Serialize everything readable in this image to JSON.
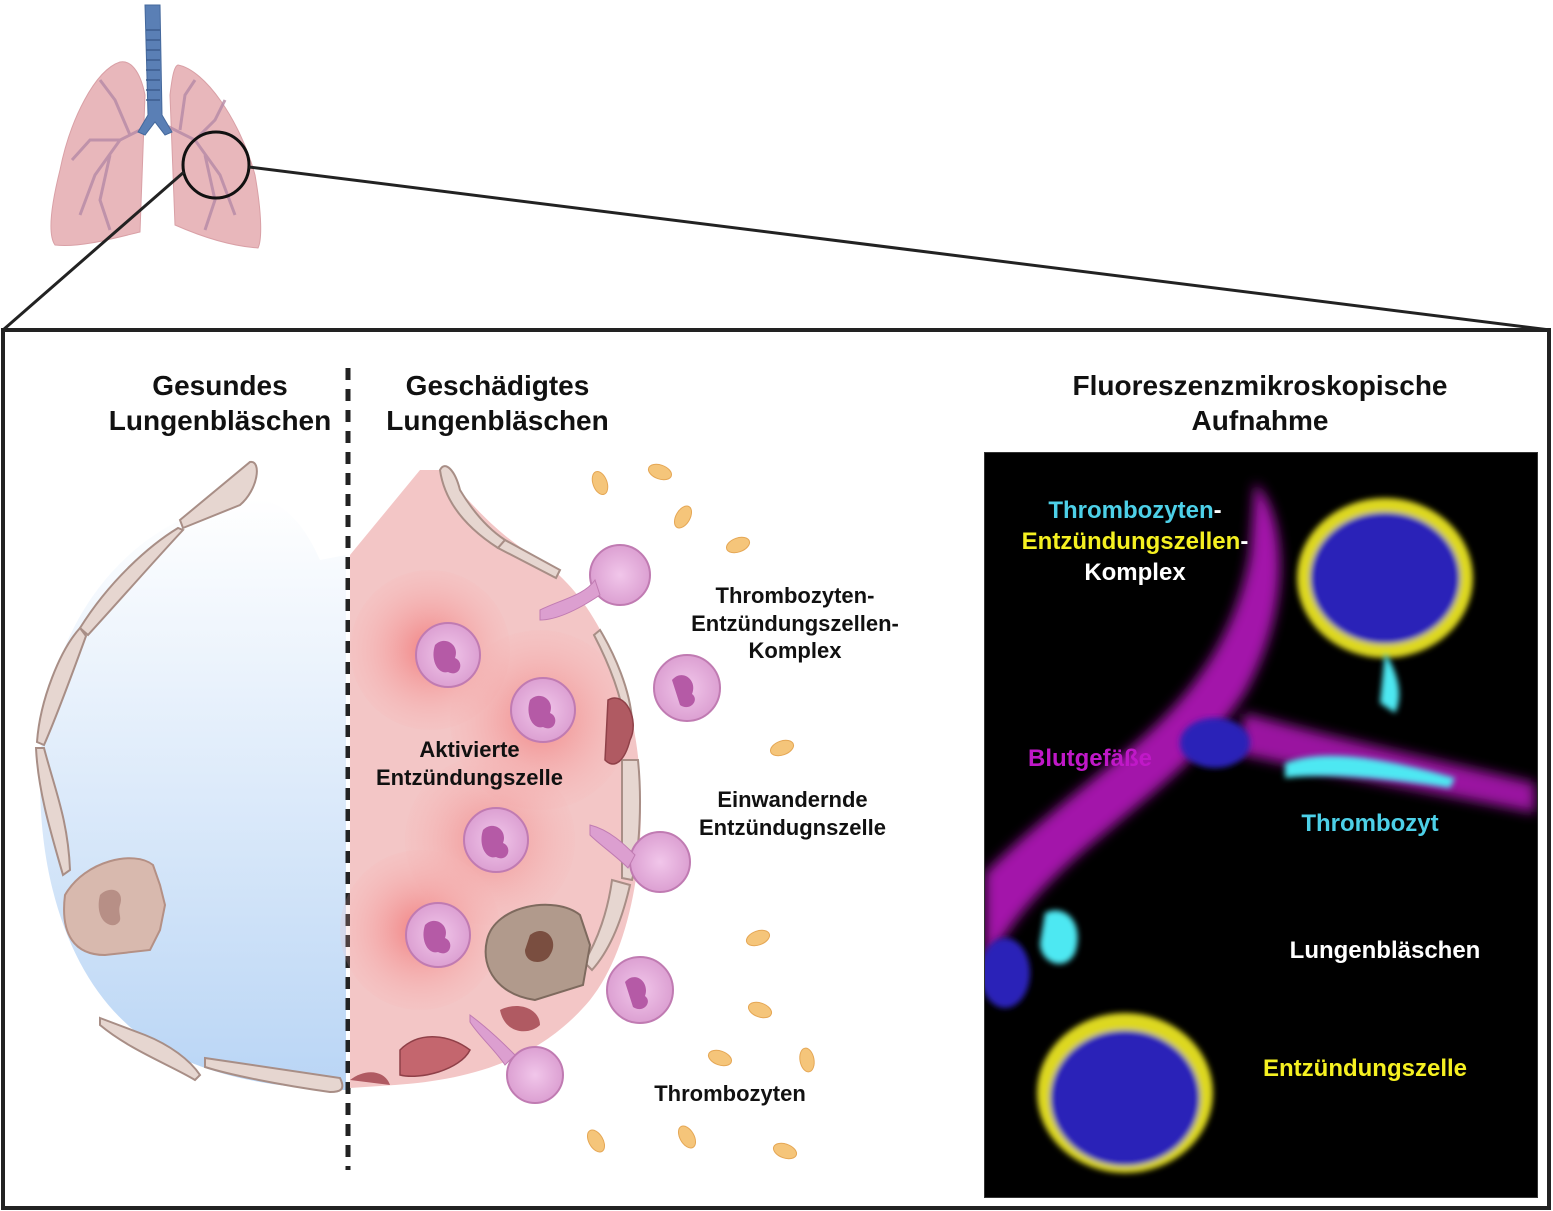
{
  "panels": {
    "healthy": {
      "title_line1": "Gesundes",
      "title_line2": "Lungenbläschen"
    },
    "damaged": {
      "title_line1": "Geschädigtes",
      "title_line2": "Lungenbläschen"
    },
    "microscopy": {
      "title_line1": "Fluoreszenzmikroskopische",
      "title_line2": "Aufnahme"
    }
  },
  "annotations": {
    "complex": {
      "line1": "Thrombozyten-",
      "line2": "Entzündungszellen-",
      "line3": "Komplex"
    },
    "activated_cell": {
      "line1": "Aktivierte",
      "line2": "Entzündungszelle"
    },
    "migrating_cell": {
      "line1": "Einwandernde",
      "line2": "Entzündugnszelle"
    },
    "platelets": "Thrombozyten"
  },
  "microscopy_labels": {
    "complex": {
      "part1": "Thrombozyten",
      "part2": "Entzündungszellen",
      "part3": "Komplex",
      "dash": "-"
    },
    "vessels": "Blutgefäße",
    "platelet": "Thrombozyt",
    "alveolus": "Lungenbläschen",
    "inflammatory_cell": "Entzündungszelle"
  },
  "colors": {
    "platelet_cyan": "#4dd0e8",
    "inflammatory_yellow": "#f5f021",
    "vessel_magenta": "#c018c8",
    "nucleus_blue": "#2222c0",
    "lung_pink": "#e8b4b8",
    "trachea_blue": "#5a7fb5",
    "alveolus_blue": "#bcd6f2",
    "inflammation_red": "#f08080",
    "platelet_orange": "#f5c57a",
    "cell_pink": "#e7a8d8"
  }
}
